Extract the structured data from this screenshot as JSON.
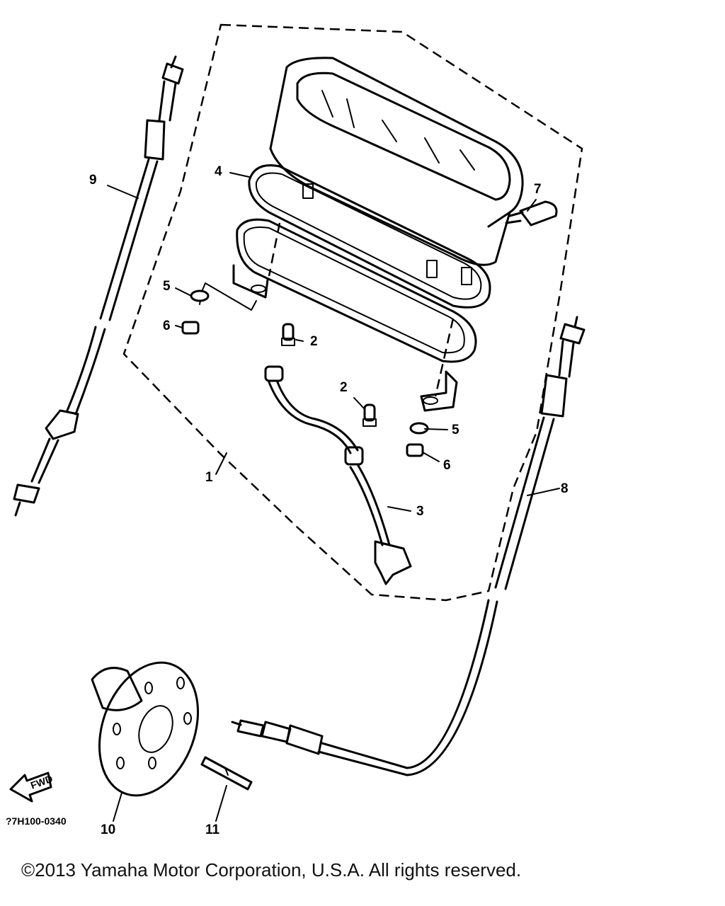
{
  "diagram": {
    "callouts": [
      "9",
      "4",
      "7",
      "5",
      "6",
      "2",
      "2",
      "5",
      "6",
      "1",
      "3",
      "8",
      "10",
      "11"
    ],
    "fwd_label": "FWD",
    "drawing_code": "?7H100-0340"
  },
  "footer": {
    "copyright": "©2013 Yamaha Motor Corporation, U.S.A. All rights reserved."
  }
}
